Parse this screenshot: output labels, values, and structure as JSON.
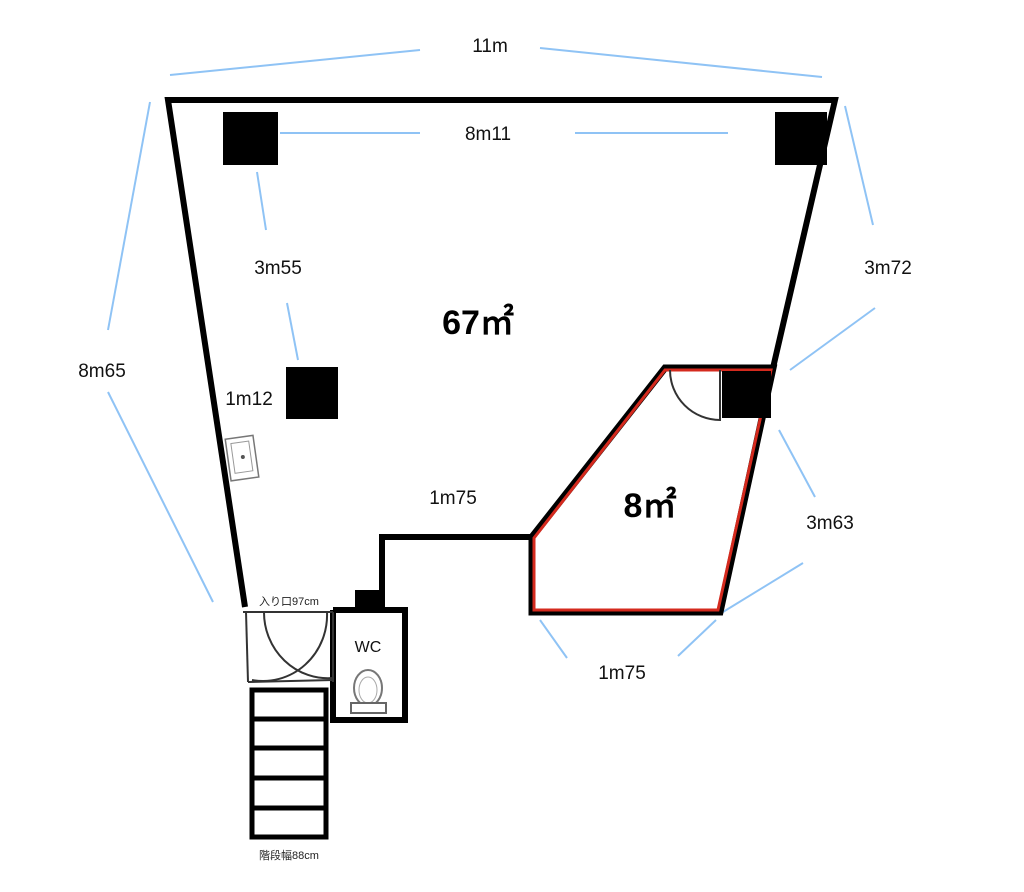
{
  "plan": {
    "main_area": "67㎡",
    "sub_area": "8㎡",
    "dimensions": {
      "top_outer": "11m",
      "top_inner": "8m11",
      "left_column_gap": "3m55",
      "left_outer": "8m65",
      "right_upper": "3m72",
      "column_offset": "1m12",
      "inner_wall": "1m75",
      "right_lower": "3m63",
      "bottom_room": "1m75"
    },
    "entrance_label": "入り口97cm",
    "wc_label": "WC",
    "stairs_label": "階段幅88cm"
  },
  "colors": {
    "wall": "#000000",
    "highlight": "#d42a1e",
    "dimension_line": "#8fc3f5"
  }
}
